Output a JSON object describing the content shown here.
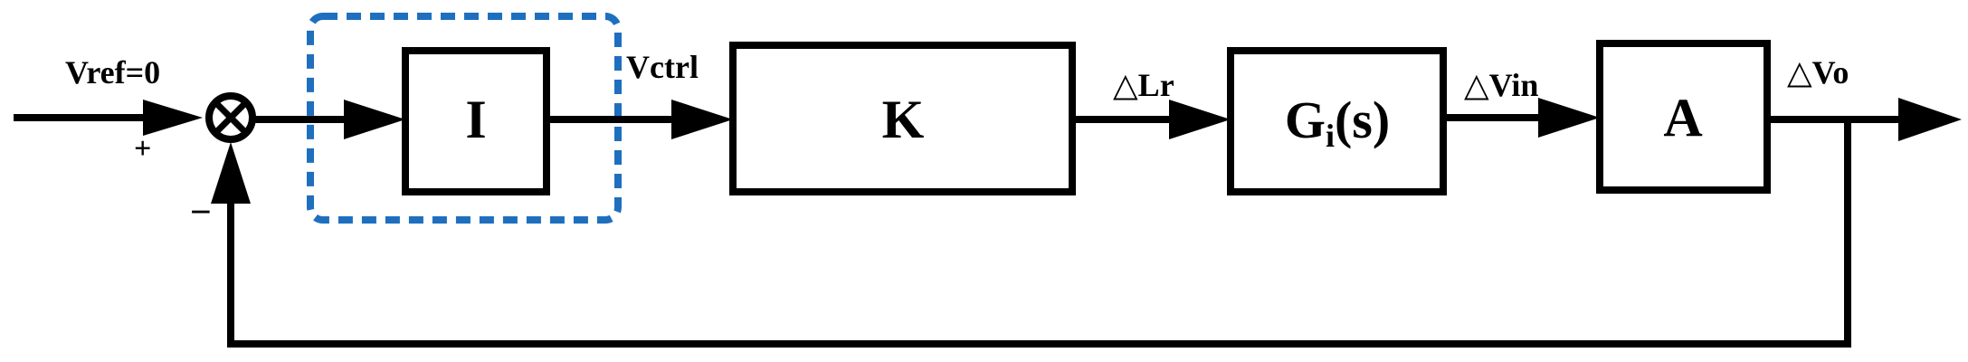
{
  "diagram": {
    "input_label": "Vref=0",
    "sum_plus_sign": "+",
    "sum_minus_sign": "−",
    "blocks": {
      "integrator": "I",
      "gain": "K",
      "plant_main": "G",
      "plant_sub": "i",
      "plant_arg": "(s)",
      "amplifier": "A"
    },
    "signals": {
      "control": "Vctrl",
      "delta_lr": "△Lr",
      "delta_vin": "△Vin",
      "delta_vo": "△Vo"
    },
    "highlight_color": "#1f6fbf",
    "line_color": "#000000"
  }
}
